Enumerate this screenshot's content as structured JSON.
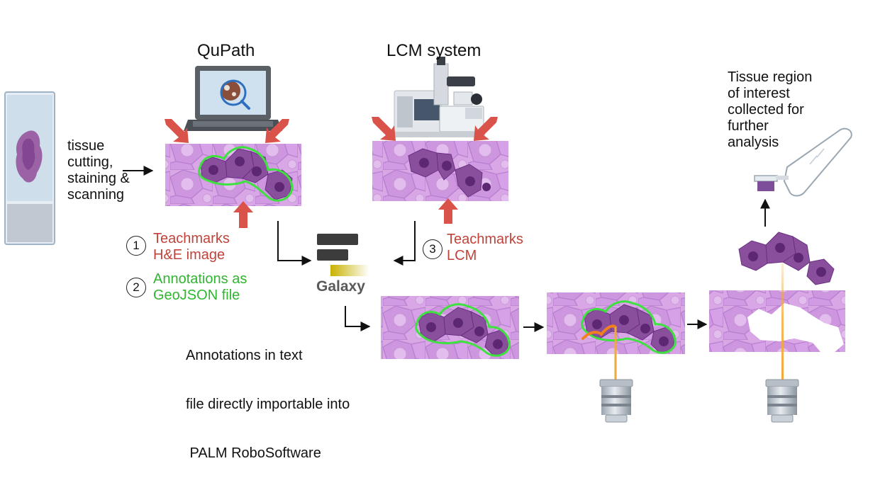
{
  "labels": {
    "qupath": "QuPath",
    "lcm_system": "LCM system",
    "tissue_step": [
      "tissue",
      "cutting,",
      "staining &",
      "scanning"
    ],
    "step1": [
      "Teachmarks",
      "H&E image"
    ],
    "step2": [
      "Annotations as",
      "GeoJSON file"
    ],
    "step3": [
      "Teachmarks",
      "LCM"
    ],
    "galaxy": "Galaxy",
    "annotations_text": [
      "Annotations in text",
      "file directly importable into",
      " PALM RoboSoftware"
    ],
    "collected": [
      "Tissue region",
      "of interest",
      "collected for",
      "further",
      "analysis"
    ]
  },
  "step_numbers": [
    "1",
    "2",
    "3"
  ],
  "colors": {
    "tissue_light": "#d7a6e3",
    "tissue_dark": "#8a4f9c",
    "nucleus": "#6a2f83",
    "annotation": "#3ee23e",
    "arrow_red": "#d9534a",
    "text_red": "#c0433a",
    "text_green": "#2fb52f",
    "laser": "#f2a93b"
  }
}
